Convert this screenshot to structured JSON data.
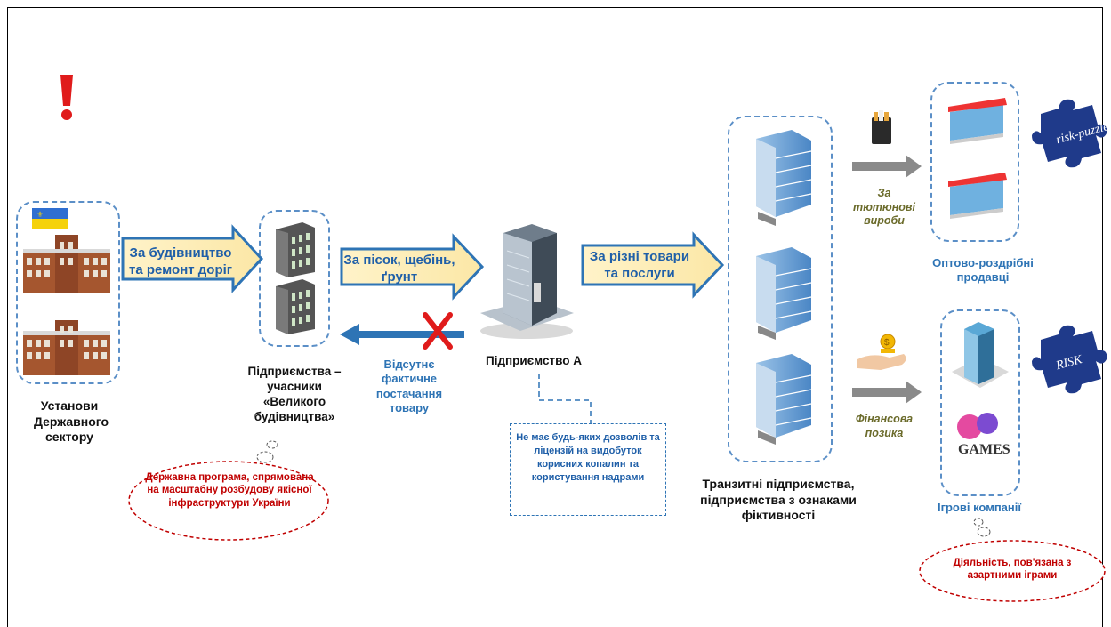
{
  "labels": {
    "gov": "Установи Державного сектору",
    "great_build": "Підприємства – учасники «Великого будівництва»",
    "enterprise_a": "Підприємство А",
    "transit": "Транзитні підприємства, підприємства з ознаками фіктивності",
    "retail": "Оптово-роздрібні продавці",
    "gaming": "Ігрові компанії"
  },
  "arrows": {
    "roads": "За будівництво та ремонт доріг",
    "sand": "За пісок, щебінь, ґрунт",
    "goods": "За різні товари та послуги",
    "no_supply": "Відсутнє фактичне постачання товару",
    "tobacco": "За тютюнові вироби",
    "loan": "Фінансова позика"
  },
  "notes": {
    "program": "Державна програма, спрямована на масштабну розбудову якісної інфраструктури України",
    "no_permits": "Не має будь-яких дозволів та ліцензій на видобуток корисних копалин та користування надрами",
    "gambling": "Діяльність, пов'язана з азартними іграми"
  },
  "icons": {
    "warning": "exclamation-icon",
    "risk": "risk-puzzle-icon",
    "games_logo": "GAMES"
  }
}
